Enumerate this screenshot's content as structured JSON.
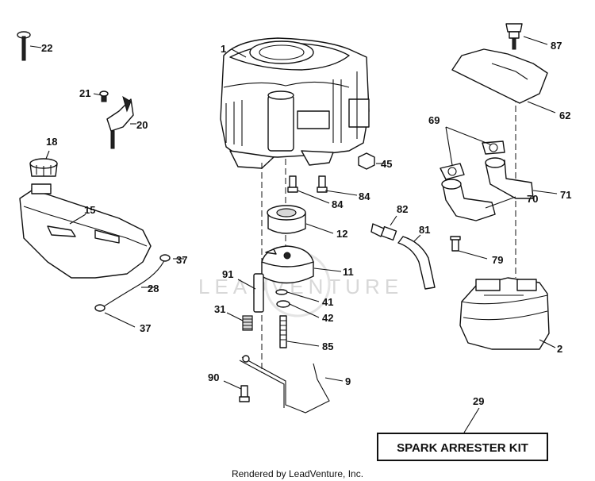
{
  "callouts": [
    "1",
    "2",
    "9",
    "11",
    "12",
    "15",
    "18",
    "20",
    "21",
    "22",
    "28",
    "29",
    "31",
    "37",
    "37",
    "41",
    "42",
    "45",
    "62",
    "69",
    "70",
    "71",
    "79",
    "81",
    "82",
    "84",
    "84",
    "85",
    "87",
    "90",
    "91"
  ],
  "kit_label": "SPARK ARRESTER KIT",
  "watermark": "LEADVENTURE",
  "footer": "Rendered by LeadVenture, Inc."
}
